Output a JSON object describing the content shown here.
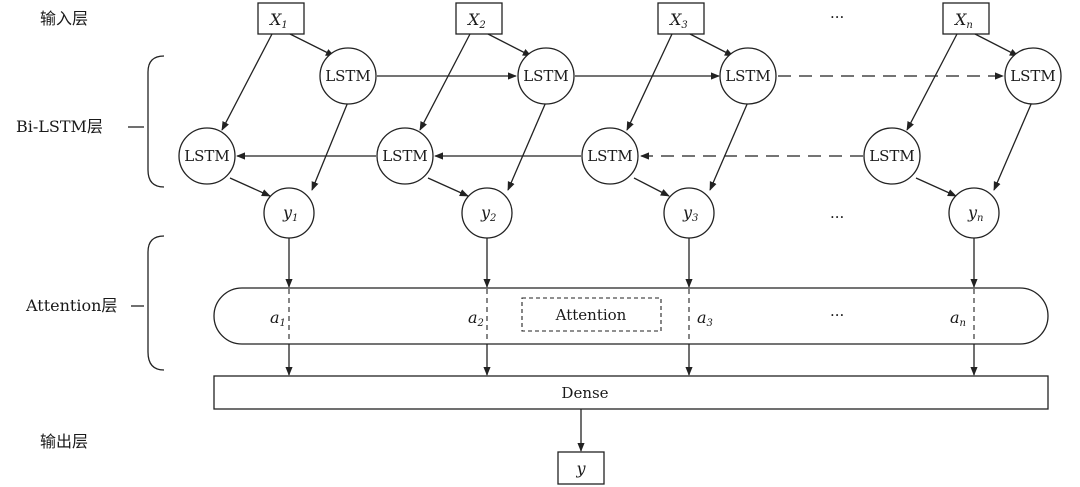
{
  "layers": {
    "input": "输入层",
    "bilstm": "Bi-LSTM层",
    "attention": "Attention层",
    "output": "输出层"
  },
  "ellipsis": "···",
  "columns": [
    {
      "x_main": "X",
      "x_sub": "1",
      "y_main": "y",
      "y_sub": "1",
      "a_main": "a",
      "a_sub": "1"
    },
    {
      "x_main": "X",
      "x_sub": "2",
      "y_main": "y",
      "y_sub": "2",
      "a_main": "a",
      "a_sub": "2"
    },
    {
      "x_main": "X",
      "x_sub": "3",
      "y_main": "y",
      "y_sub": "3",
      "a_main": "a",
      "a_sub": "3"
    },
    {
      "x_main": "X",
      "x_sub": "n",
      "y_main": "y",
      "y_sub": "n",
      "a_main": "a",
      "a_sub": "n"
    }
  ],
  "lstm_label": "LSTM",
  "attention_label": "Attention",
  "dense_label": "Dense",
  "output_label": "y"
}
